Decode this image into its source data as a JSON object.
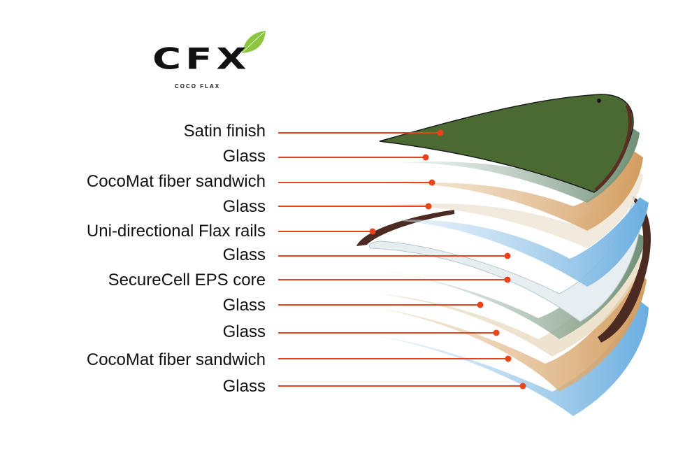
{
  "logo": {
    "brand": "CFX",
    "subtitle": "COCO FLAX"
  },
  "layers": [
    {
      "label": "Satin finish"
    },
    {
      "label": "Glass"
    },
    {
      "label": "CocoMat fiber sandwich"
    },
    {
      "label": "Glass"
    },
    {
      "label": "Uni-directional Flax rails"
    },
    {
      "label": "Glass"
    },
    {
      "label": "SecureCell EPS core"
    },
    {
      "label": "Glass"
    },
    {
      "label": "Glass"
    },
    {
      "label": "CocoMat fiber sandwich"
    },
    {
      "label": "Glass"
    }
  ],
  "colors": {
    "leader": "#e8431b",
    "leaf": "#8cc63f",
    "satin": "#4a6a32",
    "glass": "#8fc0e6",
    "cork": "#d9a56a",
    "rail": "#5a2e22",
    "core": "#e8eef2"
  }
}
